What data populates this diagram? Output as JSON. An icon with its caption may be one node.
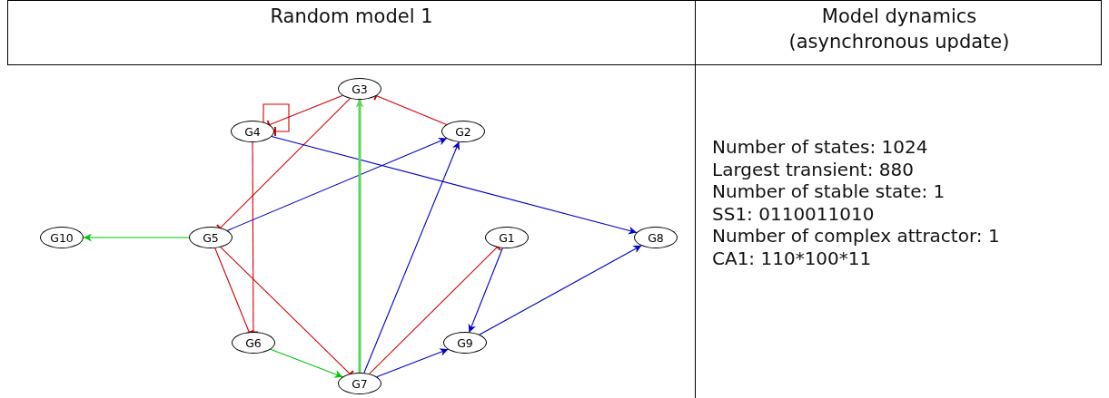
{
  "diagram": {
    "nodes": [
      {
        "text": [
          "G3"
        ]
      },
      {
        "text": [
          "G4"
        ]
      },
      {
        "text": [
          "G2"
        ]
      },
      {
        "text": [
          "G10"
        ]
      },
      {
        "text": [
          "G5"
        ]
      },
      {
        "text": [
          "G1"
        ]
      },
      {
        "text": [
          "G8"
        ]
      },
      {
        "text": [
          "G6"
        ]
      },
      {
        "text": [
          "G9"
        ]
      },
      {
        "text": [
          "G7"
        ]
      }
    ],
    "edges": [
      {
        "from": 2,
        "to": 0,
        "arrow": "other",
        "color": "#d40000"
      },
      {
        "from": 0,
        "to": 1,
        "arrow": "other",
        "color": "#d40000"
      },
      {
        "from": 1,
        "to": 1,
        "arrow": "other",
        "color": "#d40000"
      },
      {
        "from": 0,
        "to": 4,
        "arrow": "other",
        "color": "#d40000"
      },
      {
        "from": 1,
        "to": 6,
        "arrow": "to",
        "color": "#0000cc"
      },
      {
        "from": 1,
        "to": 7,
        "arrow": "other",
        "color": "#d40000"
      },
      {
        "from": 4,
        "to": 2,
        "arrow": "to",
        "color": "#0000cc"
      },
      {
        "from": 4,
        "to": 3,
        "arrow": "to",
        "color": "#00c800"
      },
      {
        "from": 4,
        "to": 7,
        "arrow": "other",
        "color": "#d40000"
      },
      {
        "from": 4,
        "to": 9,
        "arrow": "other",
        "color": "#d40000"
      },
      {
        "from": 9,
        "to": 0,
        "arrow": "to",
        "style": "thick",
        "color": "#5fd35f"
      },
      {
        "from": 9,
        "to": 2,
        "arrow": "to",
        "color": "#0000cc"
      },
      {
        "from": 9,
        "to": 5,
        "arrow": "other",
        "color": "#d40000"
      },
      {
        "from": 9,
        "to": 8,
        "arrow": "to",
        "color": "#0000cc"
      },
      {
        "from": 7,
        "to": 9,
        "arrow": "to",
        "color": "#00c800"
      },
      {
        "from": 5,
        "to": 8,
        "arrow": "to",
        "color": "#0000cc"
      },
      {
        "from": 8,
        "to": 6,
        "arrow": "to",
        "color": "#0000cc"
      }
    ],
    "labels": [
      "Random model 1",
      "Model dynamics (asynchronous update)",
      "Number of states: 1024",
      "Largest transient: 880",
      "Number of stable state: 1",
      "SS1: 0110011010",
      "Number of complex attractor: 1",
      "CA1: 110*100*11"
    ]
  }
}
